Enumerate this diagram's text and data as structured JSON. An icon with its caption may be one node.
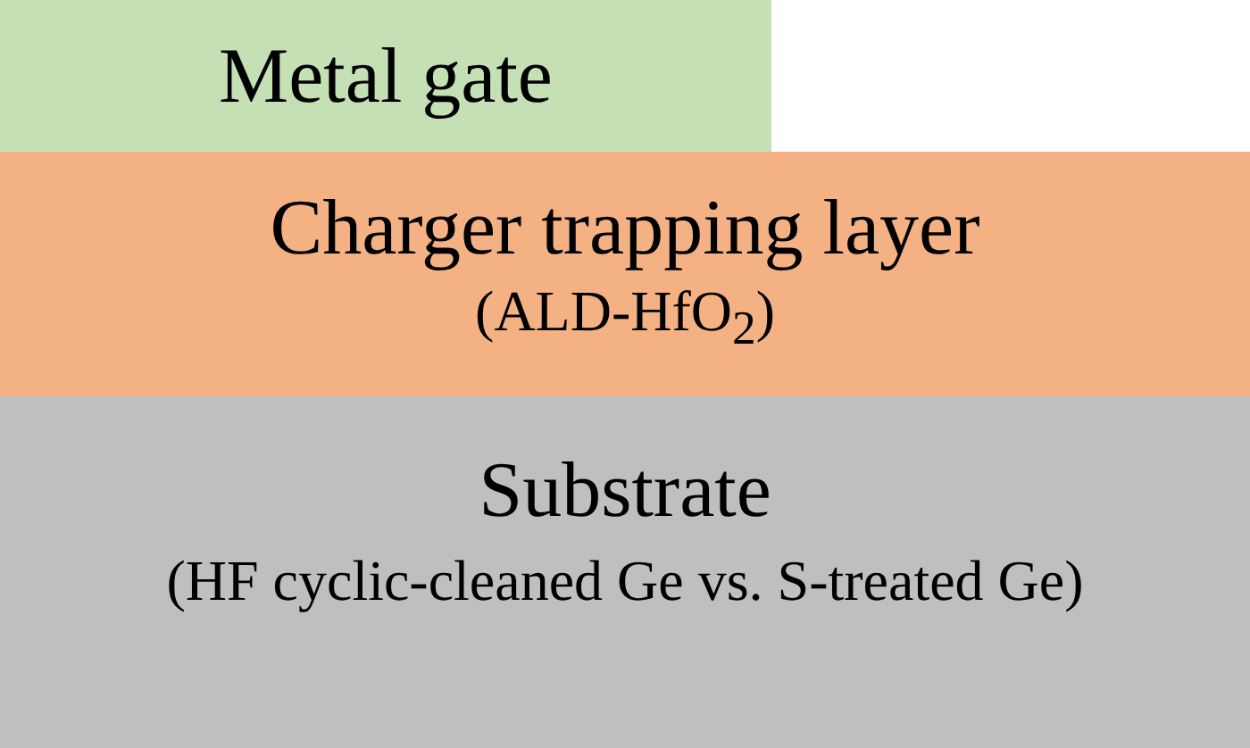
{
  "diagram": {
    "nodes": [
      {
        "text": [
          "Metal gate"
        ]
      },
      {
        "text": [
          "Charger trapping layer",
          "(ALD-HfO$_{2}$)"
        ]
      },
      {
        "text": [
          "Substrate",
          "(HF cyclic-cleaned Ge vs. S-treated Ge)"
        ]
      }
    ]
  }
}
